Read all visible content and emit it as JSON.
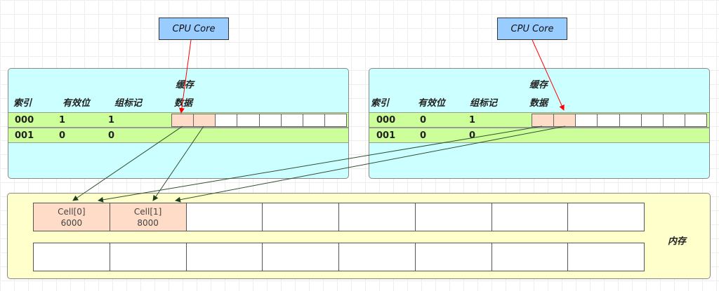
{
  "cpu_label": "CPU Core",
  "caches": [
    {
      "title": "缓存",
      "headers": [
        "索引",
        "有效位",
        "组标记",
        "数据"
      ],
      "rows": [
        [
          "000",
          "1",
          "1"
        ],
        [
          "001",
          "0",
          "0"
        ]
      ]
    },
    {
      "title": "缓存",
      "headers": [
        "索引",
        "有效位",
        "组标记",
        "数据"
      ],
      "rows": [
        [
          "000",
          "0",
          "1"
        ],
        [
          "001",
          "0",
          "0"
        ]
      ]
    }
  ],
  "memory": {
    "label": "内存",
    "cells": [
      {
        "name": "Cell[0]",
        "value": "6000"
      },
      {
        "name": "Cell[1]",
        "value": "8000"
      }
    ]
  },
  "colors": {
    "cpu": "#99ccff",
    "cache": "#ccffff",
    "row": "#ccff99",
    "memory": "#ffffcc",
    "hot": "#ffdcc7",
    "arrow_red": "#ff0000",
    "arrow_green": "#2f4f2f"
  }
}
